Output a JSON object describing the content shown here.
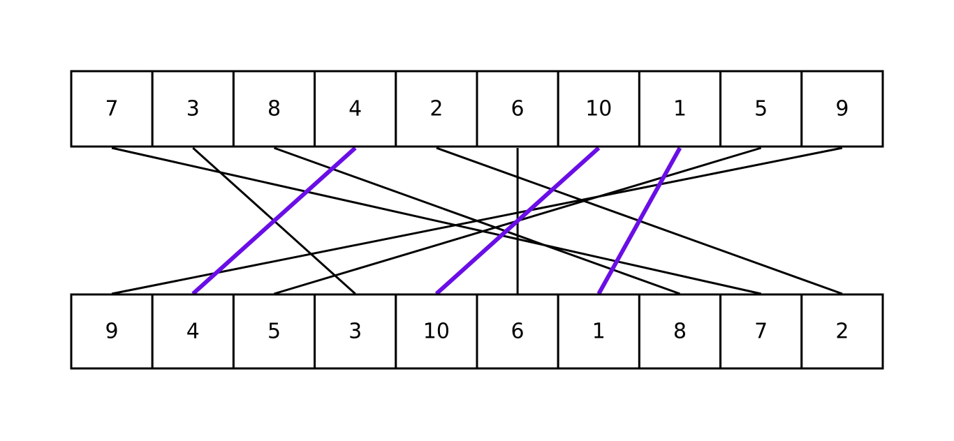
{
  "top_row": [
    "7",
    "3",
    "8",
    "4",
    "2",
    "6",
    "10",
    "1",
    "5",
    "9"
  ],
  "bottom_row": [
    "9",
    "4",
    "5",
    "3",
    "10",
    "6",
    "1",
    "8",
    "7",
    "2"
  ],
  "highlighted_values": [
    "4",
    "10",
    "1"
  ],
  "colors": {
    "line": "#000000",
    "highlight": "#6a0ee6",
    "box_border": "#000000",
    "background": "#ffffff"
  }
}
